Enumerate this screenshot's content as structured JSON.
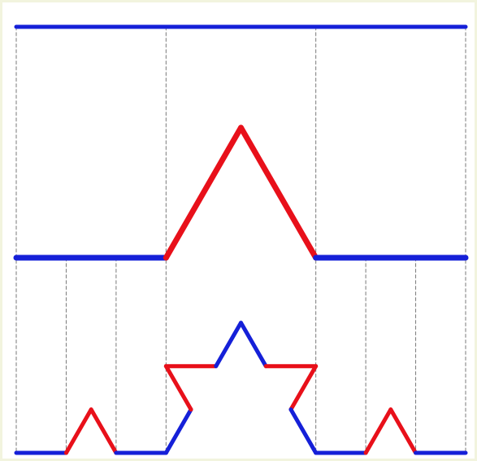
{
  "diagram": {
    "kind": "koch-curve-construction",
    "iterations": 3,
    "colors": {
      "segment_kept": "#1520d8",
      "segment_new": "#e8101a",
      "guide_line": "#7a7a7a",
      "frame_border": "#f2f4de",
      "background": "#ffffff"
    },
    "stages": [
      {
        "level": 0,
        "description_key": "initiator"
      },
      {
        "level": 1,
        "description_key": "first-generation"
      },
      {
        "level": 2,
        "description_key": "second-generation"
      }
    ]
  }
}
